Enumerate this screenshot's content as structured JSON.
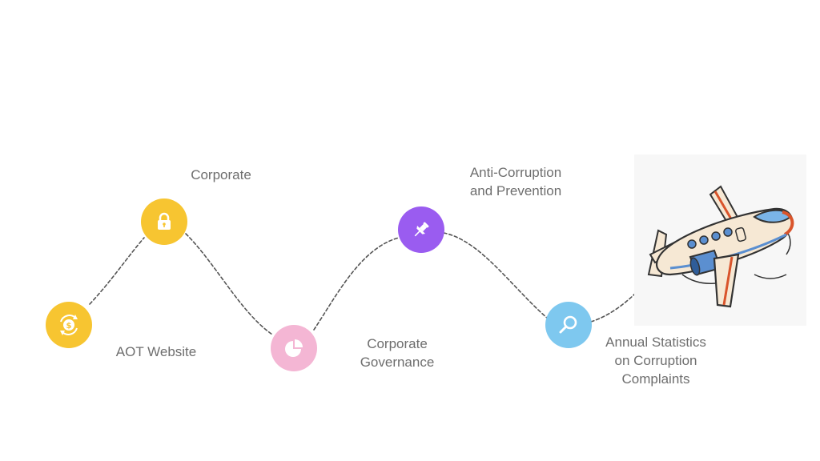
{
  "steps": [
    {
      "label": "AOT  Website",
      "icon": "dollar-cycle-icon",
      "color": "#f7c531"
    },
    {
      "label": "Corporate",
      "icon": "lock-icon",
      "color": "#f7c531"
    },
    {
      "label": "",
      "icon": "pie-chart-icon",
      "color": "#f4b6d4"
    },
    {
      "label": "Corporate\nGovernance",
      "icon": "",
      "color": ""
    },
    {
      "label": "Anti-Corruption\nand Prevention",
      "icon": "pin-icon",
      "color": "#9a5cf0"
    },
    {
      "label": "Annual Statistics\non Corruption\nComplaints",
      "icon": "search-icon",
      "color": "#7ec8ef"
    }
  ],
  "labels": {
    "aot_website": "AOT  Website",
    "corporate": "Corporate",
    "corporate_governance": "Corporate\nGovernance",
    "anti_corruption": "Anti-Corruption\nand Prevention",
    "annual_statistics": "Annual Statistics\non Corruption\nComplaints"
  },
  "illustration": "airplane-illustration"
}
